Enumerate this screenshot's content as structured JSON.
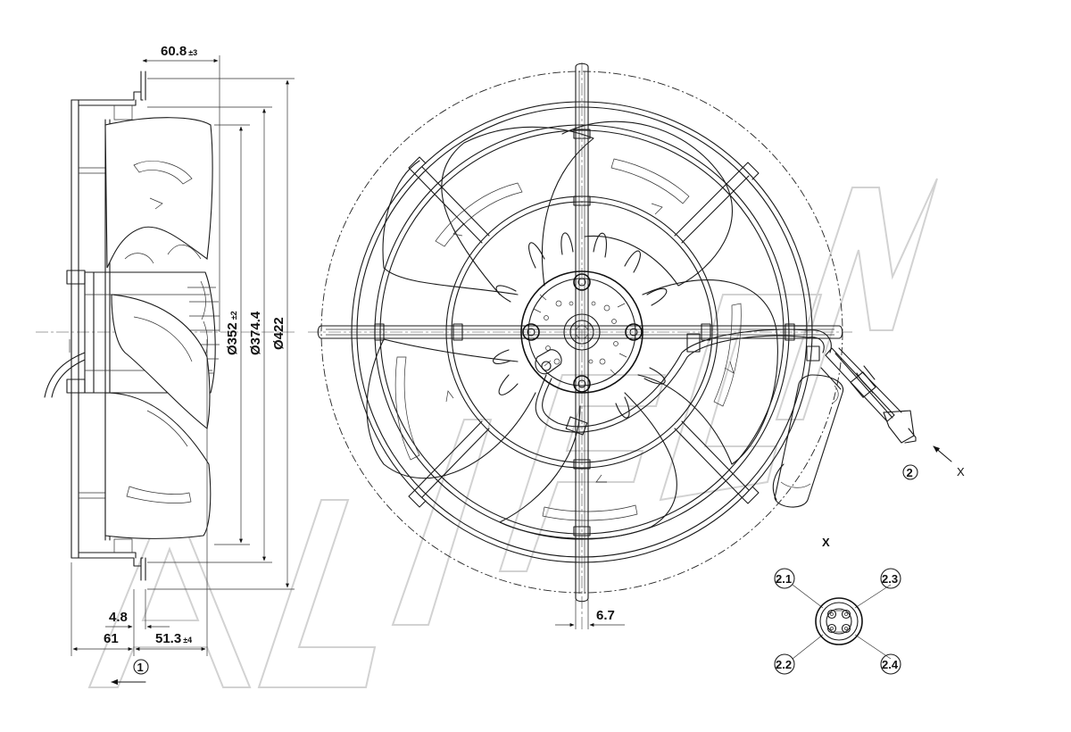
{
  "dimensions": {
    "top_width": "60.8",
    "top_width_tol": "±3",
    "dia_352": "Ø352",
    "dia_352_tol": "±2",
    "dia_374": "Ø374.4",
    "dia_422": "Ø422",
    "bottom_4_8": "4.8",
    "bottom_61": "61",
    "bottom_51_3": "51.3",
    "bottom_51_3_tol": "±4",
    "front_6_7": "6.7"
  },
  "callouts": {
    "flow_direction": "1",
    "cable_view": "2",
    "view_letter": "X"
  },
  "connector": {
    "title": "X",
    "pins": [
      "2.1",
      "2.3",
      "2.2",
      "2.4"
    ]
  }
}
